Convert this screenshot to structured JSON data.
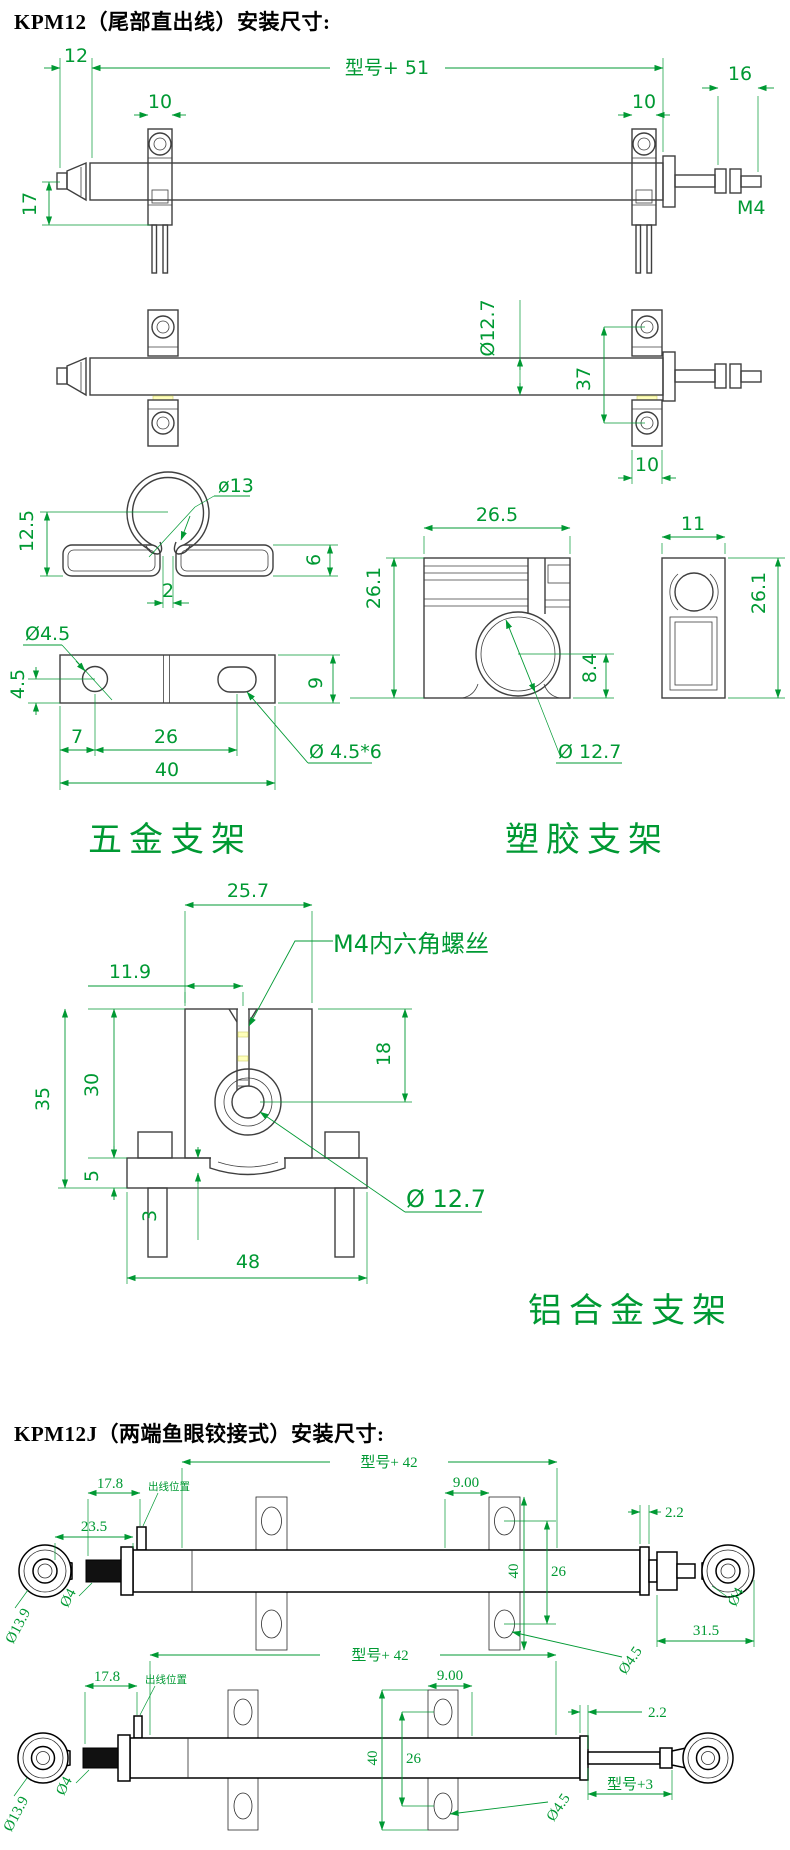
{
  "colors": {
    "dimension_green": "#009933",
    "part_line_gray": "#3f3f3f",
    "kpm12j_line_black": "#000000",
    "thread_black": "#111111",
    "highlight_yellow": "#ffffbb",
    "background": "#ffffff"
  },
  "s1": {
    "title": "KPM12（尾部直出线）安装尺寸:"
  },
  "s2": {
    "title": "KPM12J（两端鱼眼铰接式）安装尺寸:"
  },
  "a": {
    "d12": "12",
    "model": "型号+ 51",
    "d16": "16",
    "d10l": "10",
    "d10r": "10",
    "d17": "17",
    "m4": "M4"
  },
  "b": {
    "dia": "Ø12.7",
    "d37": "37",
    "d10": "10"
  },
  "clip": {
    "dia13": "ø13",
    "d125": "12.5",
    "d6": "6",
    "d2": "2"
  },
  "flat": {
    "dia45": "Ø4.5",
    "d45": "4.5",
    "d7": "7",
    "d26": "26",
    "d40": "40",
    "d9": "9",
    "dia456": "Ø 4.5*6"
  },
  "pf": {
    "d265": "26.5",
    "d261": "26.1",
    "d84": "8.4",
    "dia127": "Ø 12.7"
  },
  "ps": {
    "d11": "11",
    "d261": "26.1"
  },
  "lbl": {
    "metal": "五金支架",
    "plastic": "塑胶支架",
    "alu": "铝合金支架"
  },
  "alu": {
    "d257": "25.7",
    "m4": "M4内六角螺丝",
    "d119": "11.9",
    "d18": "18",
    "d30": "30",
    "d35": "35",
    "d5": "5",
    "d3": "3",
    "d48": "48",
    "dia127": "Ø 12.7"
  },
  "h": {
    "model": "型号+ 42",
    "d178": "17.8",
    "cable": "出线位置",
    "d9": "9.00",
    "d22": "2.2",
    "d235": "23.5",
    "d40": "40",
    "d26": "26",
    "dia139": "Ø13.9",
    "dia4l": "Ø4",
    "d315": "31.5",
    "dia45": "Ø4.5",
    "dia4r": "Ø4"
  },
  "i": {
    "model": "型号+ 42",
    "d178": "17.8",
    "cable": "出线位置",
    "d9": "9.00",
    "d22": "2.2",
    "d40": "40",
    "d26": "26",
    "dia139": "Ø13.9",
    "dia4l": "Ø4",
    "model3": "型号+3",
    "dia45": "Ø4.5"
  }
}
